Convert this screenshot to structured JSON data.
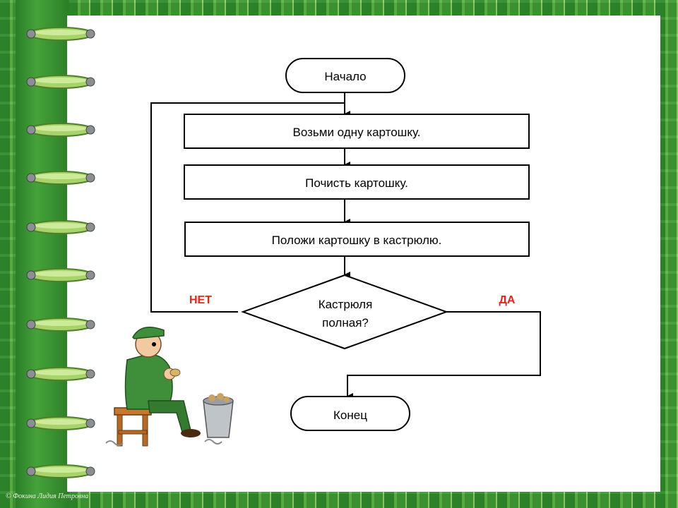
{
  "flowchart": {
    "start": "Начало",
    "steps": [
      "Возьми одну картошку.",
      "Почисть картошку.",
      "Положи картошку в кастрюлю."
    ],
    "decision": {
      "line1": "Кастрюля",
      "line2": "полная?"
    },
    "no_label": "НЕТ",
    "yes_label": "ДА",
    "end": "Конец"
  },
  "footer": {
    "copyright": "© Фокина Лидия Петровна"
  },
  "colors": {
    "frame_green": "#3e9a33",
    "branch_label_red": "#e8241a",
    "page_background": "#ffffff"
  },
  "illustration": {
    "icon": "soldier-peeling-potatoes-icon"
  }
}
